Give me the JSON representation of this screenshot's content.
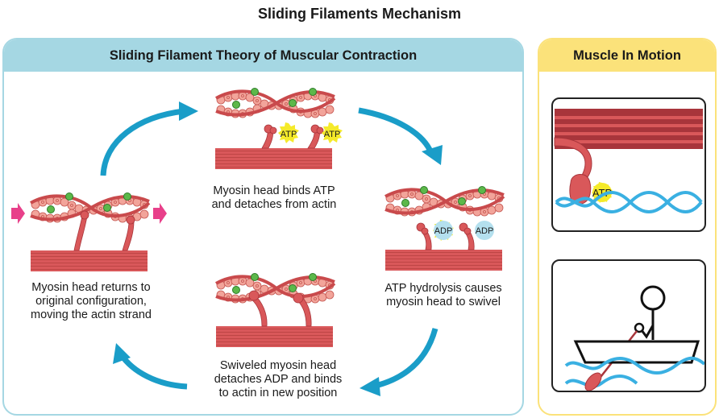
{
  "title": "Sliding Filaments Mechanism",
  "left_panel": {
    "heading": "Sliding Filament Theory of Muscular Contraction",
    "steps": [
      {
        "id": "step-1",
        "lines": [
          "Myosin head binds ATP",
          "and detaches from actin"
        ],
        "badge": "ATP"
      },
      {
        "id": "step-2",
        "lines": [
          "ATP hydrolysis causes",
          "myosin head to swivel"
        ],
        "badge": "ADP"
      },
      {
        "id": "step-3",
        "lines": [
          "Swiveled myosin head",
          "detaches ADP and binds",
          "to actin in new position"
        ],
        "badge": ""
      },
      {
        "id": "step-4",
        "lines": [
          "Myosin head returns to",
          "original configuration,",
          "moving the actin strand"
        ],
        "badge": ""
      }
    ]
  },
  "right_panel": {
    "heading": "Muscle In Motion",
    "card1_badge": "ATP"
  },
  "colors": {
    "blue_header": "#a5d7e3",
    "yellow_header": "#fbe27a",
    "arrow_blue": "#1a9dc8",
    "muscle_red": "#d9585a",
    "muscle_dark": "#a8353b",
    "actin_pink": "#f2a49a",
    "troponin_green": "#5cb84a",
    "atp_yellow": "#f5ea2a",
    "adp_blue": "#b4e0ee",
    "motion_arrow_pink": "#e8408a",
    "water_blue": "#3ab0e2"
  }
}
